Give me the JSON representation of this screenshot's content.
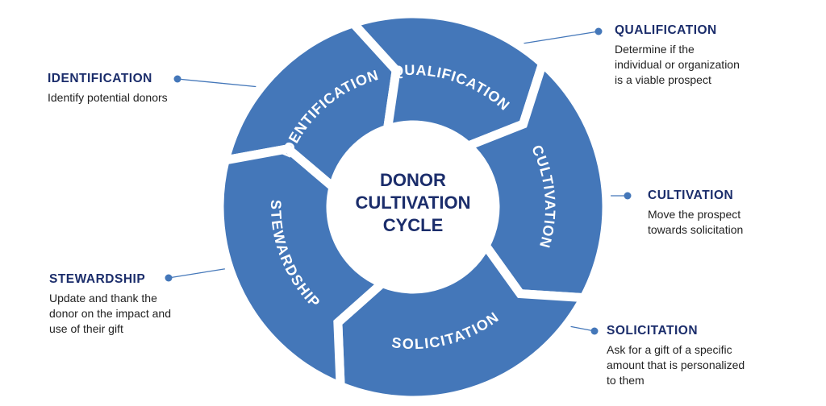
{
  "center_title": [
    "DONOR",
    "CULTIVATION",
    "CYCLE"
  ],
  "colors": {
    "segment": "#4477b9",
    "title": "#1b2d6b",
    "text": "#222222"
  },
  "segments": [
    {
      "label": "IDENTIFICATION"
    },
    {
      "label": "QUALIFICATION"
    },
    {
      "label": "CULTIVATION"
    },
    {
      "label": "SOLICITATION"
    },
    {
      "label": "STEWARDSHIP"
    }
  ],
  "callouts": {
    "identification": {
      "title": "IDENTIFICATION",
      "desc": "Identify potential donors"
    },
    "qualification": {
      "title": "QUALIFICATION",
      "desc": "Determine if the\nindividual or organization\nis a viable prospect"
    },
    "cultivation": {
      "title": "CULTIVATION",
      "desc": "Move the prospect\ntowards solicitation"
    },
    "solicitation": {
      "title": "SOLICITATION",
      "desc": "Ask for a gift of a specific\namount that is personalized\nto them"
    },
    "stewardship": {
      "title": "STEWARDSHIP",
      "desc": "Update and thank the\ndonor on the impact and\nuse of their gift"
    }
  }
}
